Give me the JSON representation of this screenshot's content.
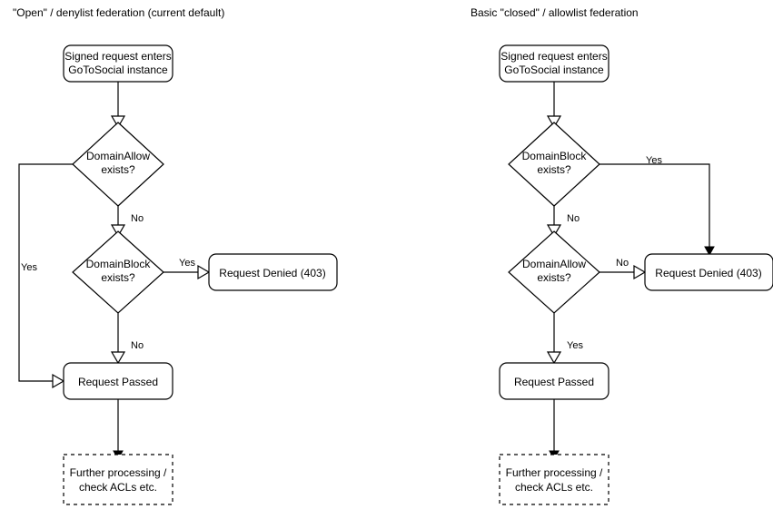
{
  "diagrams": [
    {
      "title": "\"Open\" / denylist federation (current default)",
      "nodes": {
        "start": {
          "line1": "Signed request enters",
          "line2": "GoToSocial instance"
        },
        "decision1": {
          "line1": "DomainAllow",
          "line2": "exists?"
        },
        "decision2": {
          "line1": "DomainBlock",
          "line2": "exists?"
        },
        "denied": {
          "label": "Request Denied (403)"
        },
        "passed": {
          "label": "Request Passed"
        },
        "further": {
          "line1": "Further processing /",
          "line2": "check ACLs etc."
        }
      },
      "edges": {
        "allow_yes": "Yes",
        "allow_no": "No",
        "block_yes": "Yes",
        "block_no": "No"
      }
    },
    {
      "title": "Basic \"closed\" / allowlist federation",
      "nodes": {
        "start": {
          "line1": "Signed request enters",
          "line2": "GoToSocial instance"
        },
        "decision1": {
          "line1": "DomainBlock",
          "line2": "exists?"
        },
        "decision2": {
          "line1": "DomainAllow",
          "line2": "exists?"
        },
        "denied": {
          "label": "Request Denied (403)"
        },
        "passed": {
          "label": "Request Passed"
        },
        "further": {
          "line1": "Further processing /",
          "line2": "check ACLs etc."
        }
      },
      "edges": {
        "block_yes": "Yes",
        "block_no": "No",
        "allow_no": "No",
        "allow_yes": "Yes"
      }
    }
  ],
  "colors": {
    "background": "#ffffff",
    "stroke": "#000000",
    "text": "#000000"
  }
}
